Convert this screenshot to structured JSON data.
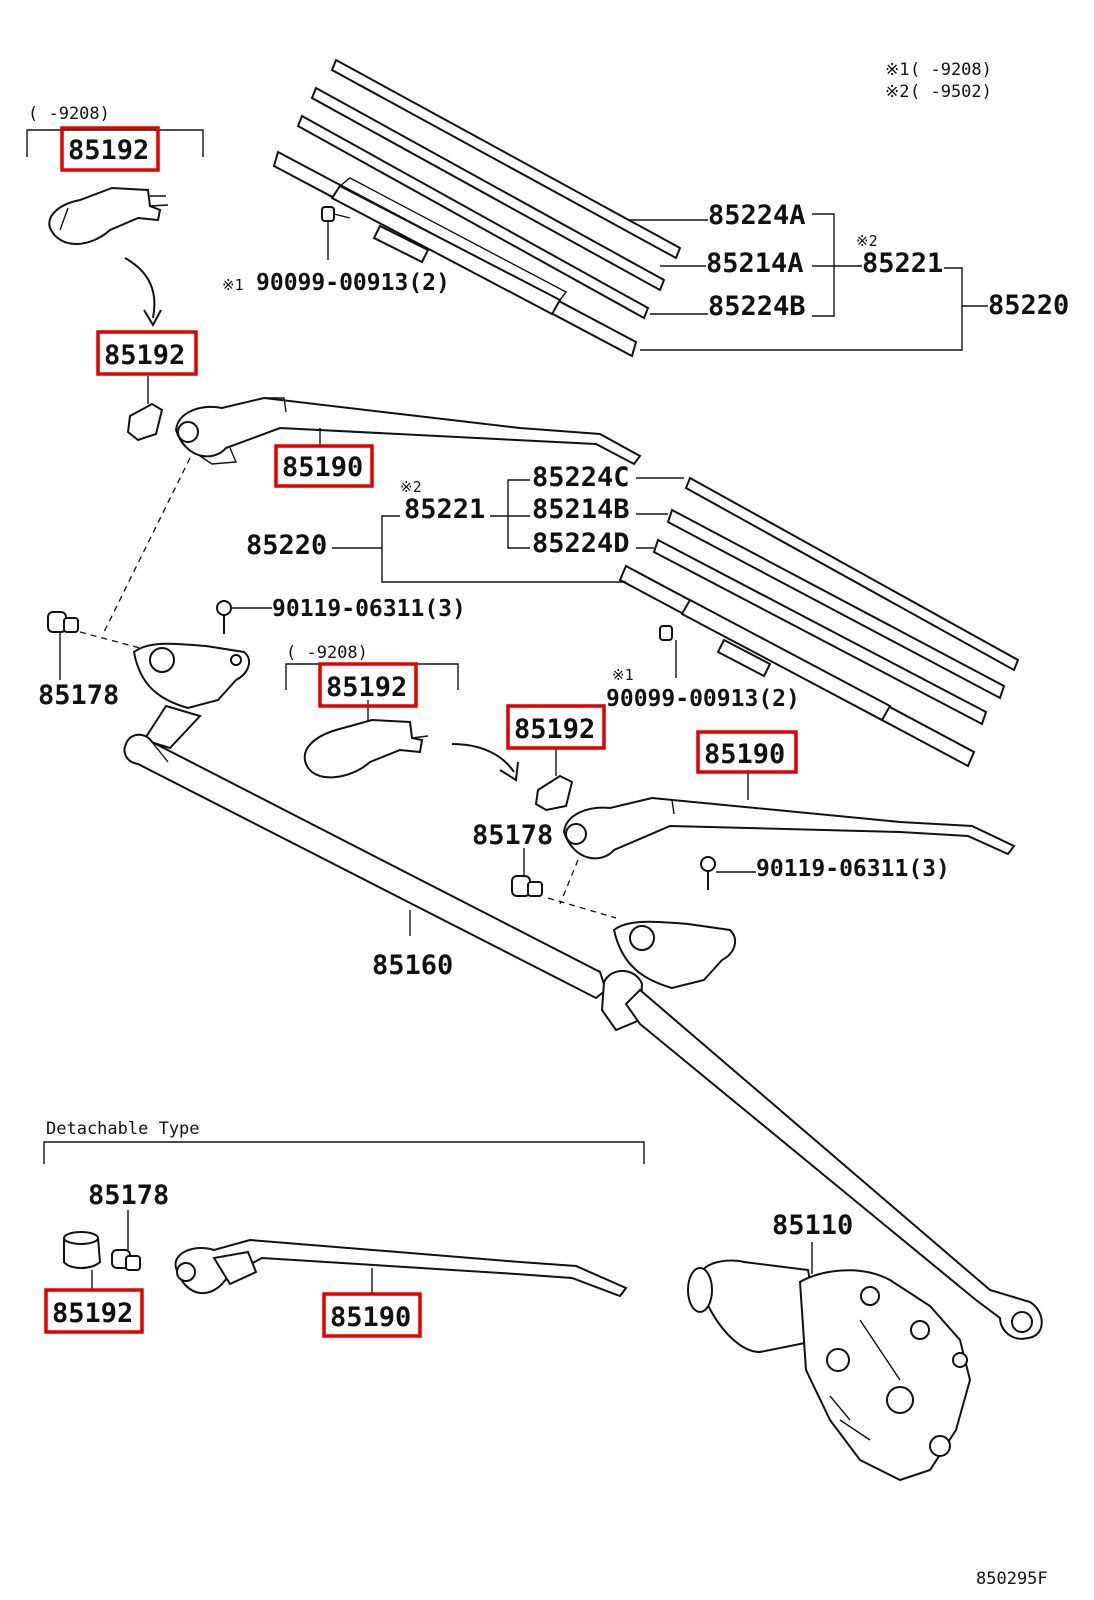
{
  "notes": {
    "note1_mark": "※1",
    "note1_range": "(      -9208)",
    "note2_mark": "※2",
    "note2_range": "(      -9502)"
  },
  "ranges": {
    "top_left": "(      -9208)",
    "middle": "(      -9208)"
  },
  "marks": {
    "m1_top": "※1",
    "m2_top": "※2",
    "m2_mid": "※2",
    "m1_mid": "※1"
  },
  "labels": {
    "p85192_a": "85192",
    "p85192_b": "85192",
    "p85190_a": "85190",
    "p85224A": "85224A",
    "p85214A": "85214A",
    "p85224B": "85224B",
    "p85221_a": "85221",
    "p85220_a": "85220",
    "p90099_a": "90099-00913(2)",
    "p85224C": "85224C",
    "p85214B": "85214B",
    "p85224D": "85224D",
    "p85221_b": "85221",
    "p85220_b": "85220",
    "p90119_a": "90119-06311(3)",
    "p85178_a": "85178",
    "p85192_c": "85192",
    "p85192_d": "85192",
    "p90099_b": "90099-00913(2)",
    "p85190_b": "85190",
    "p85178_b": "85178",
    "p90119_b": "90119-06311(3)",
    "p85160": "85160",
    "detachable_title": "Detachable Type",
    "p85178_c": "85178",
    "p85110": "85110",
    "p85192_e": "85192",
    "p85190_c": "85190",
    "figure_code": "850295F"
  },
  "highlight_color": "#e00000"
}
